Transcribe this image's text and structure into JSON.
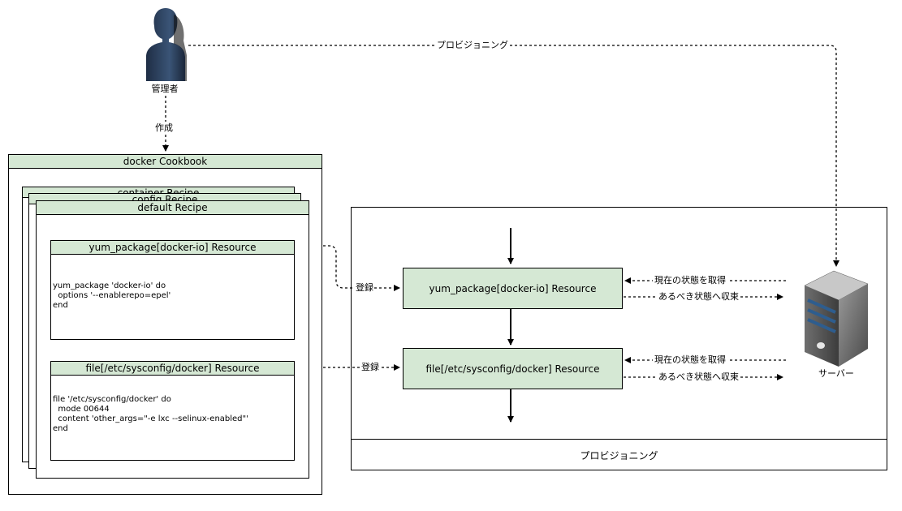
{
  "admin": {
    "label": "管理者",
    "icon": "person-icon"
  },
  "server": {
    "label": "サーバー",
    "icon": "server-icon"
  },
  "edges": {
    "provisioning_top": "プロビジョニング",
    "create": "作成",
    "register_1": "登録",
    "register_2": "登録",
    "get_state_1": "現在の状態を取得",
    "converge_1": "あるべき状態へ収束",
    "get_state_2": "現在の状態を取得",
    "converge_2": "あるべき状態へ収束"
  },
  "cookbook": {
    "title": "docker Cookbook",
    "recipes": [
      "container Recipe",
      "config Recipe",
      "default Recipe"
    ],
    "resources": [
      {
        "title": "yum_package[docker-io] Resource",
        "code": "yum_package 'docker-io' do\n  options '--enablerepo=epel'\nend"
      },
      {
        "title": "file[/etc/sysconfig/docker] Resource",
        "code": "file '/etc/sysconfig/docker' do\n  mode 00644\n  content 'other_args=\"-e lxc --selinux-enabled\"'\nend"
      }
    ]
  },
  "provisioning": {
    "label": "プロビジョニング",
    "resources": [
      "yum_package[docker-io] Resource",
      "file[/etc/sysconfig/docker] Resource"
    ]
  },
  "colors": {
    "resource_fill": "#d5e8d4",
    "server_stripe": "#2e5d8e",
    "person": "#2b3c56"
  }
}
